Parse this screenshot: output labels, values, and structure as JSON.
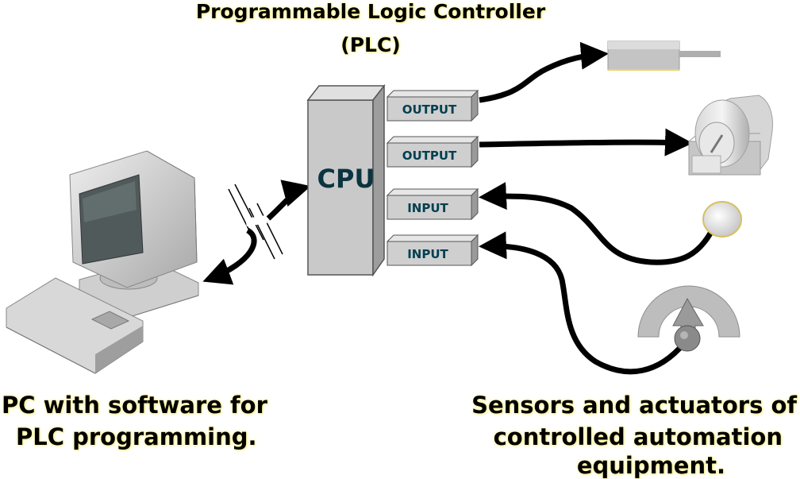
{
  "title": {
    "line1": "Programmable Logic Controller",
    "line2": "(PLC)"
  },
  "plc": {
    "cpu_label": "CPU",
    "modules": [
      {
        "label": "OUTPUT",
        "kind": "output"
      },
      {
        "label": "OUTPUT",
        "kind": "output"
      },
      {
        "label": "INPUT",
        "kind": "input"
      },
      {
        "label": "INPUT",
        "kind": "input"
      }
    ]
  },
  "pc_caption": {
    "line1": "PC with software for",
    "line2": "PLC programming."
  },
  "field_caption": {
    "line1": "Sensors and actuators of",
    "line2": "controlled automation",
    "line3": "equipment."
  },
  "icons": [
    "computer-icon",
    "keyboard-icon",
    "linear-actuator-icon",
    "motor-icon",
    "proximity-sensor-icon",
    "gauge-dial-icon"
  ],
  "colors": {
    "device_gray": "#c8c8c8",
    "device_dark": "#8a8a8a",
    "label_text": "#004050",
    "caption_glow": "#fff6a0",
    "wire": "#000000"
  }
}
